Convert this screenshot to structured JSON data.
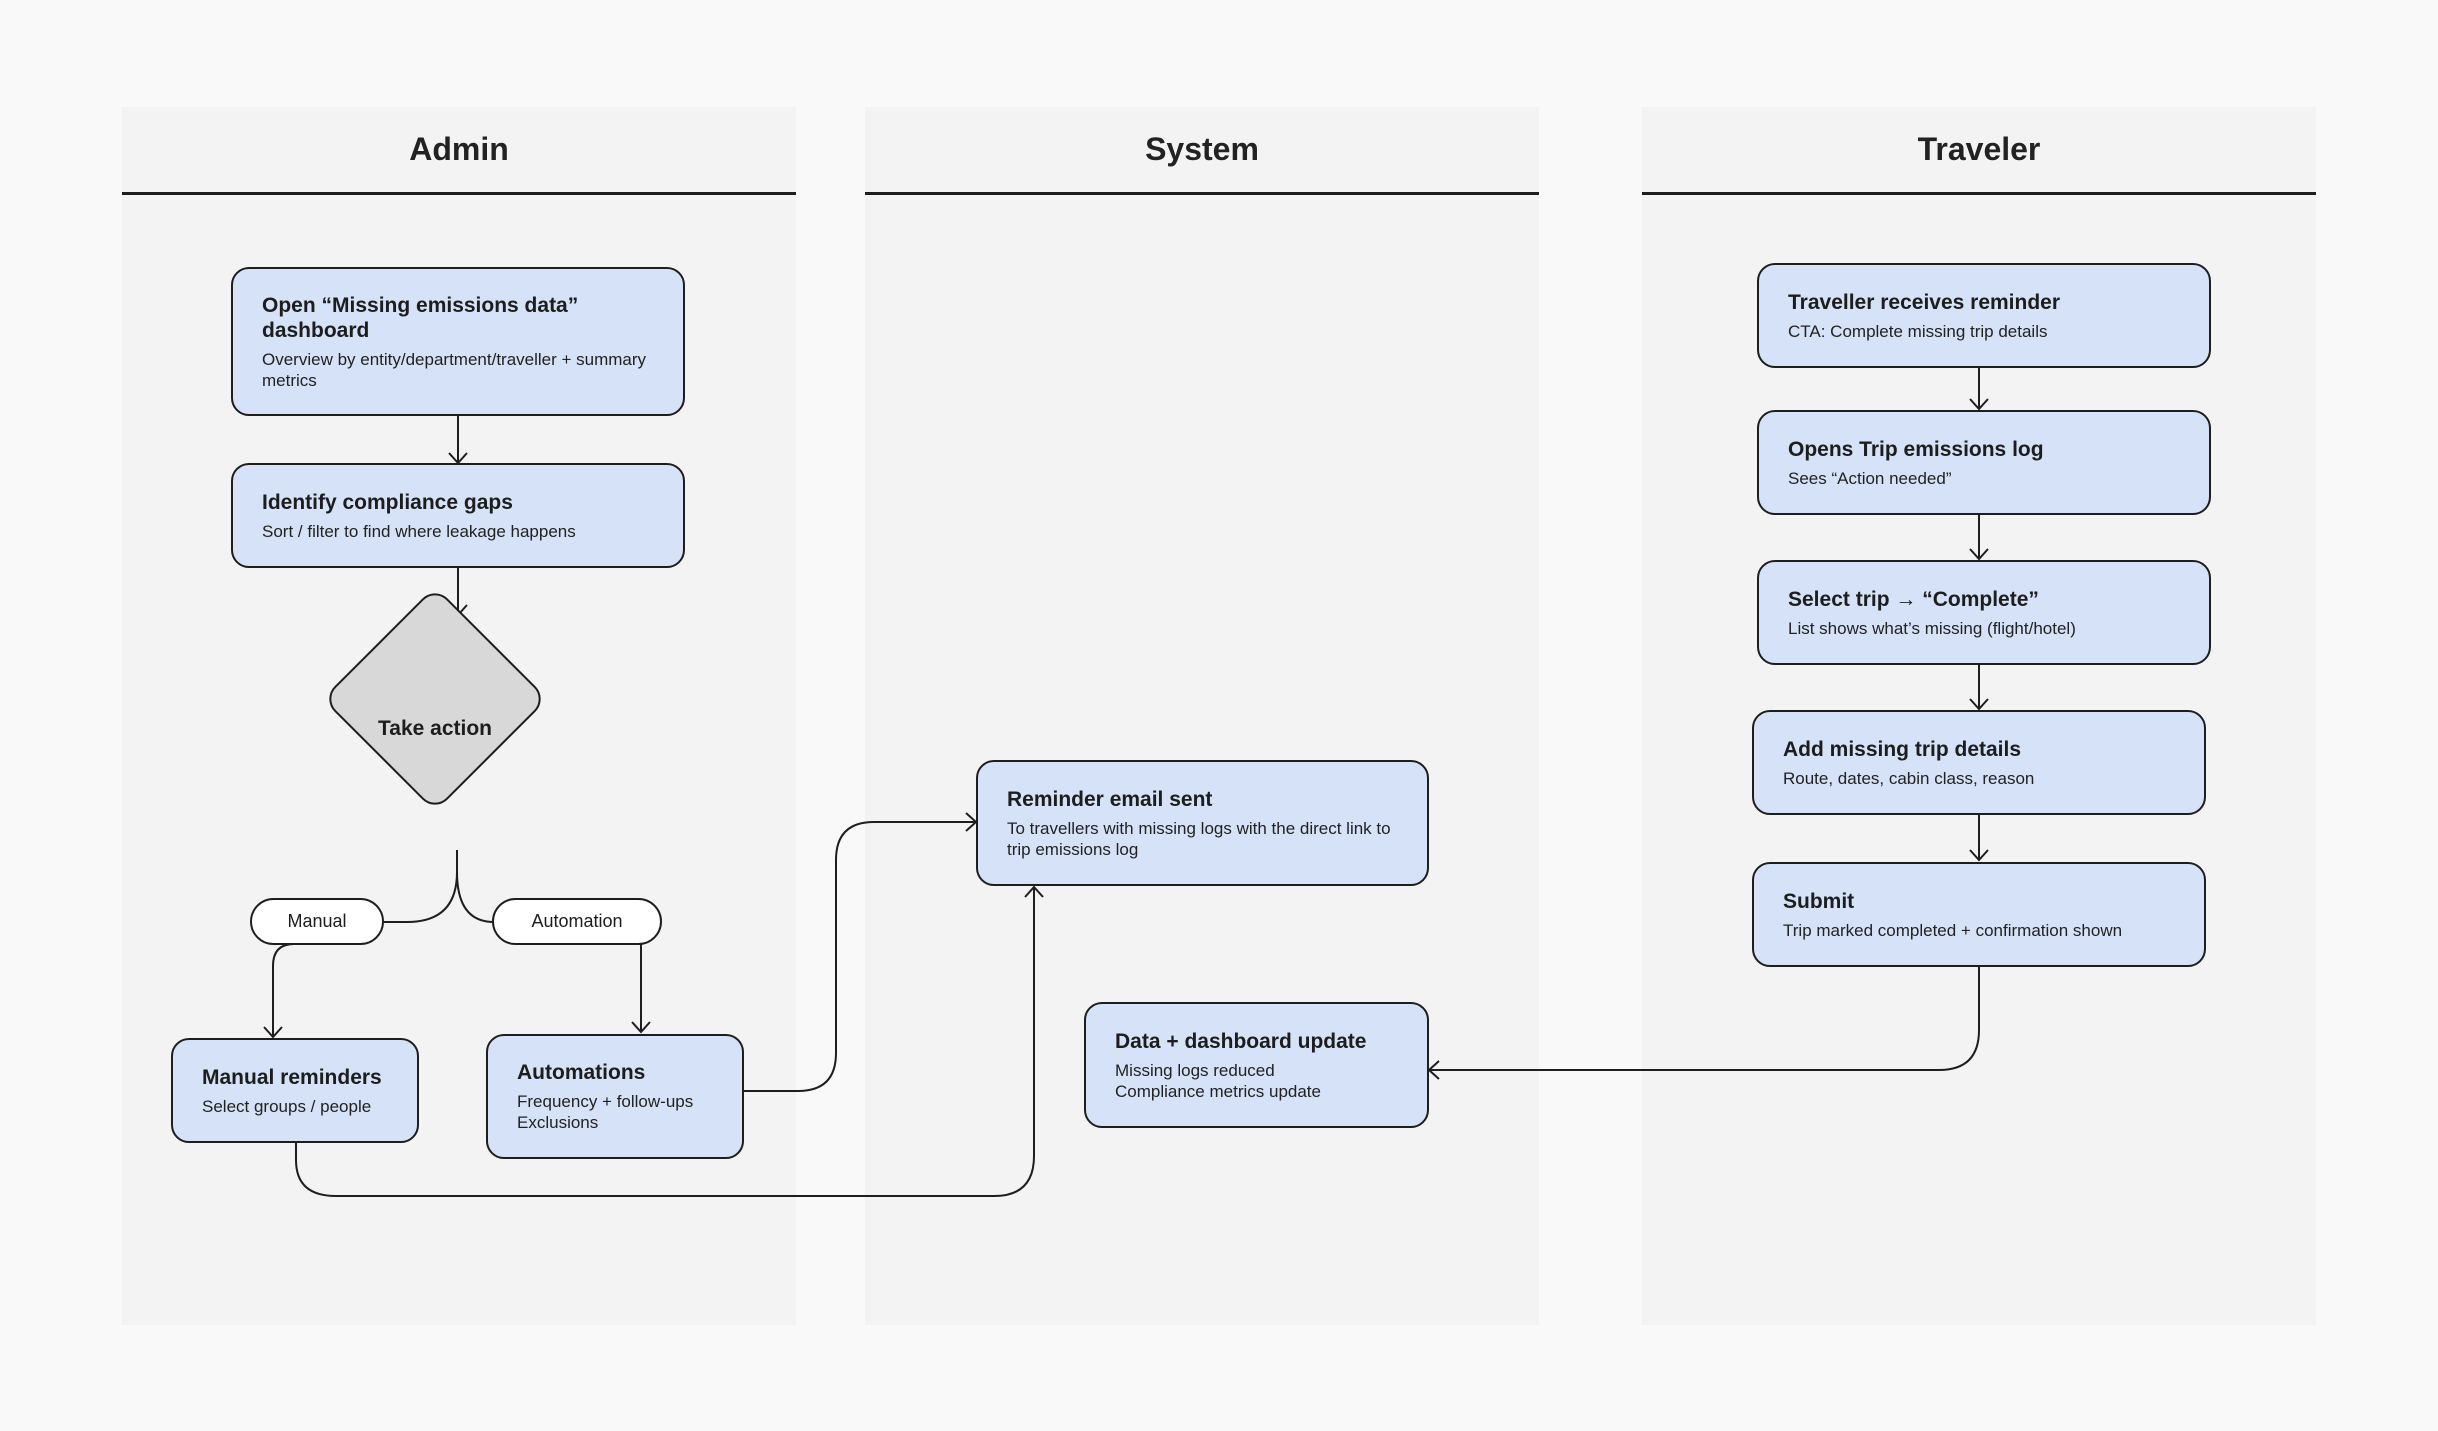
{
  "lanes": {
    "admin": "Admin",
    "system": "System",
    "traveler": "Traveler"
  },
  "nodes": {
    "open_dashboard": {
      "title": "Open “Missing emissions data” dashboard",
      "subtitle": "Overview by entity/department/traveller + summary metrics"
    },
    "identify_gaps": {
      "title": "Identify compliance gaps",
      "subtitle": "Sort / filter to find where leakage happens"
    },
    "take_action": {
      "label": "Take action"
    },
    "manual_reminders": {
      "title": "Manual reminders",
      "subtitle": "Select groups / people"
    },
    "automations": {
      "title": "Automations",
      "subtitle": "Frequency + follow-ups\nExclusions"
    },
    "reminder_email": {
      "title": "Reminder email sent",
      "subtitle": "To travellers with missing logs with the direct link to trip emissions log"
    },
    "data_update": {
      "title": "Data + dashboard update",
      "subtitle": "Missing logs reduced\nCompliance metrics update"
    },
    "traveller_receives": {
      "title": "Traveller receives reminder",
      "subtitle": "CTA: Complete missing trip details"
    },
    "opens_log": {
      "title": "Opens Trip emissions log",
      "subtitle": "Sees “Action needed”"
    },
    "select_trip": {
      "title": "Select trip → “Complete”",
      "subtitle": "List shows what’s missing (flight/hotel)"
    },
    "add_details": {
      "title": "Add missing trip details",
      "subtitle": "Route, dates, cabin class, reason"
    },
    "submit": {
      "title": "Submit",
      "subtitle": "Trip marked completed + confirmation shown"
    }
  },
  "branches": {
    "manual": "Manual",
    "automation": "Automation"
  },
  "colors": {
    "node_fill": "#d6e2f7",
    "decision_fill": "#d8d8d8",
    "lane_fill": "#f3f3f3",
    "stroke": "#1e1e1e",
    "background": "#f9f9f9"
  }
}
